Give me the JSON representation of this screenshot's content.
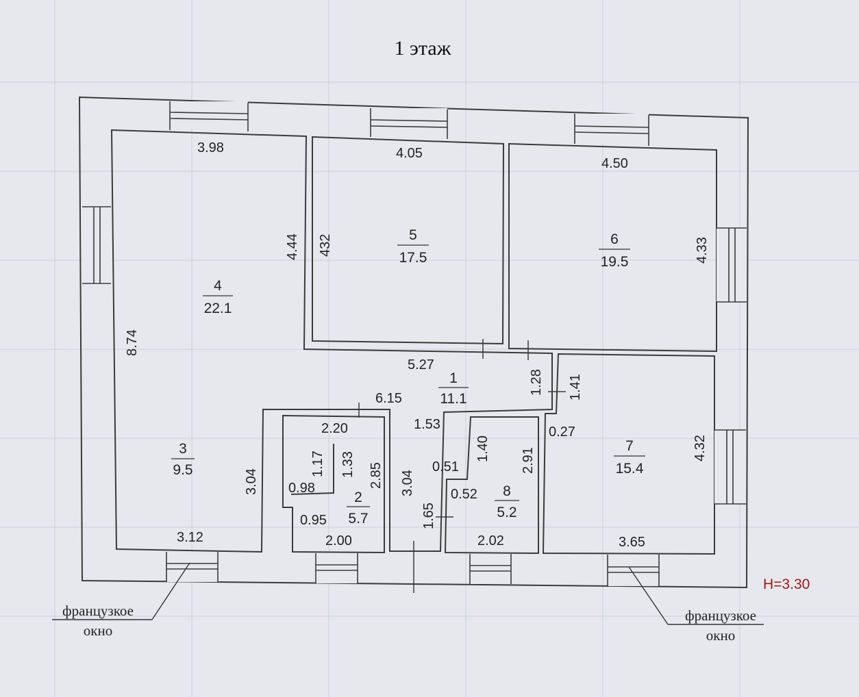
{
  "title": "1 этаж",
  "height_label": "H=3.30",
  "rooms": [
    {
      "id": "1",
      "number": "1",
      "area": "11.1"
    },
    {
      "id": "2",
      "number": "2",
      "area": "5.7"
    },
    {
      "id": "3",
      "number": "3",
      "area": "9.5"
    },
    {
      "id": "4",
      "number": "4",
      "area": "22.1"
    },
    {
      "id": "5",
      "number": "5",
      "area": "17.5"
    },
    {
      "id": "6",
      "number": "6",
      "area": "19.5"
    },
    {
      "id": "7",
      "number": "7",
      "area": "15.4"
    },
    {
      "id": "8",
      "number": "8",
      "area": "5.2"
    }
  ],
  "dimensions": {
    "r4_top": "3.98",
    "r5_top": "4.05",
    "r6_top": "4.50",
    "r4_right": "4.44",
    "r5_left": "432",
    "r6_right": "4.33",
    "r4_left": "8.74",
    "hall_top": "5.27",
    "hall_mid": "6.15",
    "hall_inner": "1.53",
    "hall_v1": "1.28",
    "hall_v2": "1.41",
    "r7_gap": "0.27",
    "r7_right": "4.32",
    "r2_top": "2.20",
    "r2_v1": "1.17",
    "r2_v2": "1.33",
    "r2_right": "2.85",
    "r2_w1": "0.98",
    "r2_w2": "0.95",
    "r2_bottom": "2.00",
    "r3_right": "3.04",
    "r3_bottom": "3.12",
    "corr_v": "3.04",
    "corr_low": "1.65",
    "r8_v1": "1.40",
    "r8_right": "2.91",
    "r8_w1": "0.51",
    "r8_w2": "0.52",
    "r8_bottom": "2.02",
    "r7_bottom": "3.65"
  },
  "notes": {
    "left_line1": "французкое",
    "left_line2": "окно",
    "right_line1": "французкое",
    "right_line2": "окно"
  }
}
